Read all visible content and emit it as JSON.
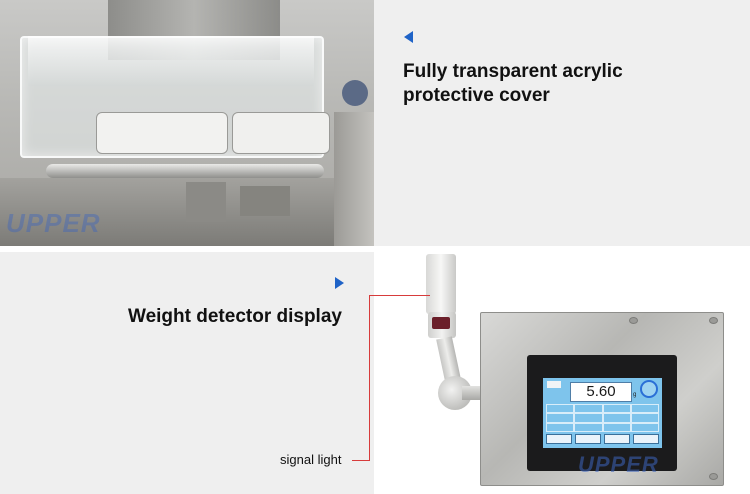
{
  "captions": {
    "cover_line1": "Fully transparent acrylic",
    "cover_line2": "protective cover",
    "display": "Weight detector display",
    "signal_light": "signal light"
  },
  "watermark": {
    "brand": "UPPER"
  },
  "screen": {
    "weight_value": "5.60",
    "unit": "g"
  },
  "colors": {
    "arrow_blue": "#1f63c7",
    "callout_red": "#d73b3b",
    "panel_gray": "#efefef",
    "screen_blue": "#7ec4ec"
  },
  "icons": {
    "cover_arrow": "triangle-left-icon",
    "display_arrow": "triangle-right-icon"
  }
}
